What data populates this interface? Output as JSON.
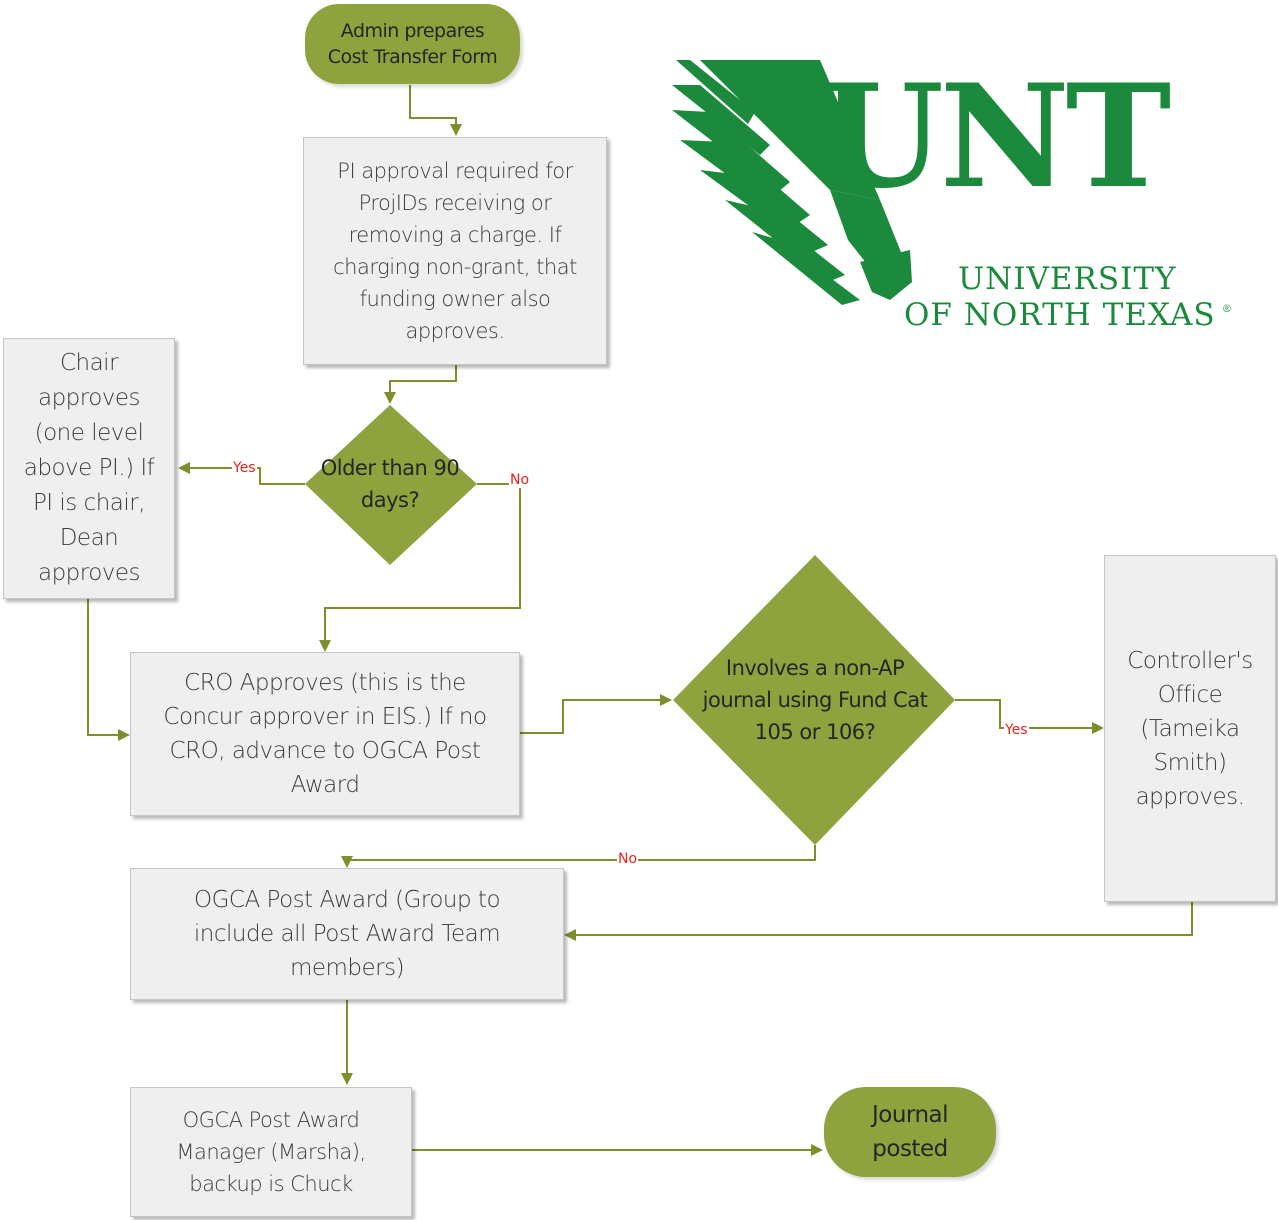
{
  "colors": {
    "accent_green": "#8ea23e",
    "connector_green": "#7b8f2c",
    "label_red": "#e8231e",
    "unt_green": "#1b8a3c",
    "box_fill": "#efefef"
  },
  "logo": {
    "wordmark": "UNT",
    "line1": "UNIVERSITY",
    "line2": "OF NORTH TEXAS",
    "registered": "®",
    "icon": "eagle-logo-icon"
  },
  "nodes": {
    "start": "Admin prepares Cost Transfer Form",
    "pi_approval": "PI approval required for ProjIDs receiving or removing a charge. If charging non-grant, that funding owner also approves.",
    "older_decision": "Older than 90 days?",
    "chair": "Chair approves (one level above PI.) If PI is chair, Dean approves",
    "cro": "CRO Approves (this is the Concur approver in EIS.) If no CRO, advance to OGCA Post Award",
    "fund_decision": "Involves a non-AP journal using Fund Cat 105 or 106?",
    "controller": "Controller's Office (Tameika Smith) approves.",
    "ogca_post_award": "OGCA Post Award (Group to include all Post Award Team members)",
    "ogca_manager": "OGCA Post Award Manager (Marsha), backup is Chuck",
    "end": "Journal posted"
  },
  "edge_labels": {
    "older_yes": "Yes",
    "older_no": "No",
    "fund_yes": "Yes",
    "fund_no": "No"
  }
}
